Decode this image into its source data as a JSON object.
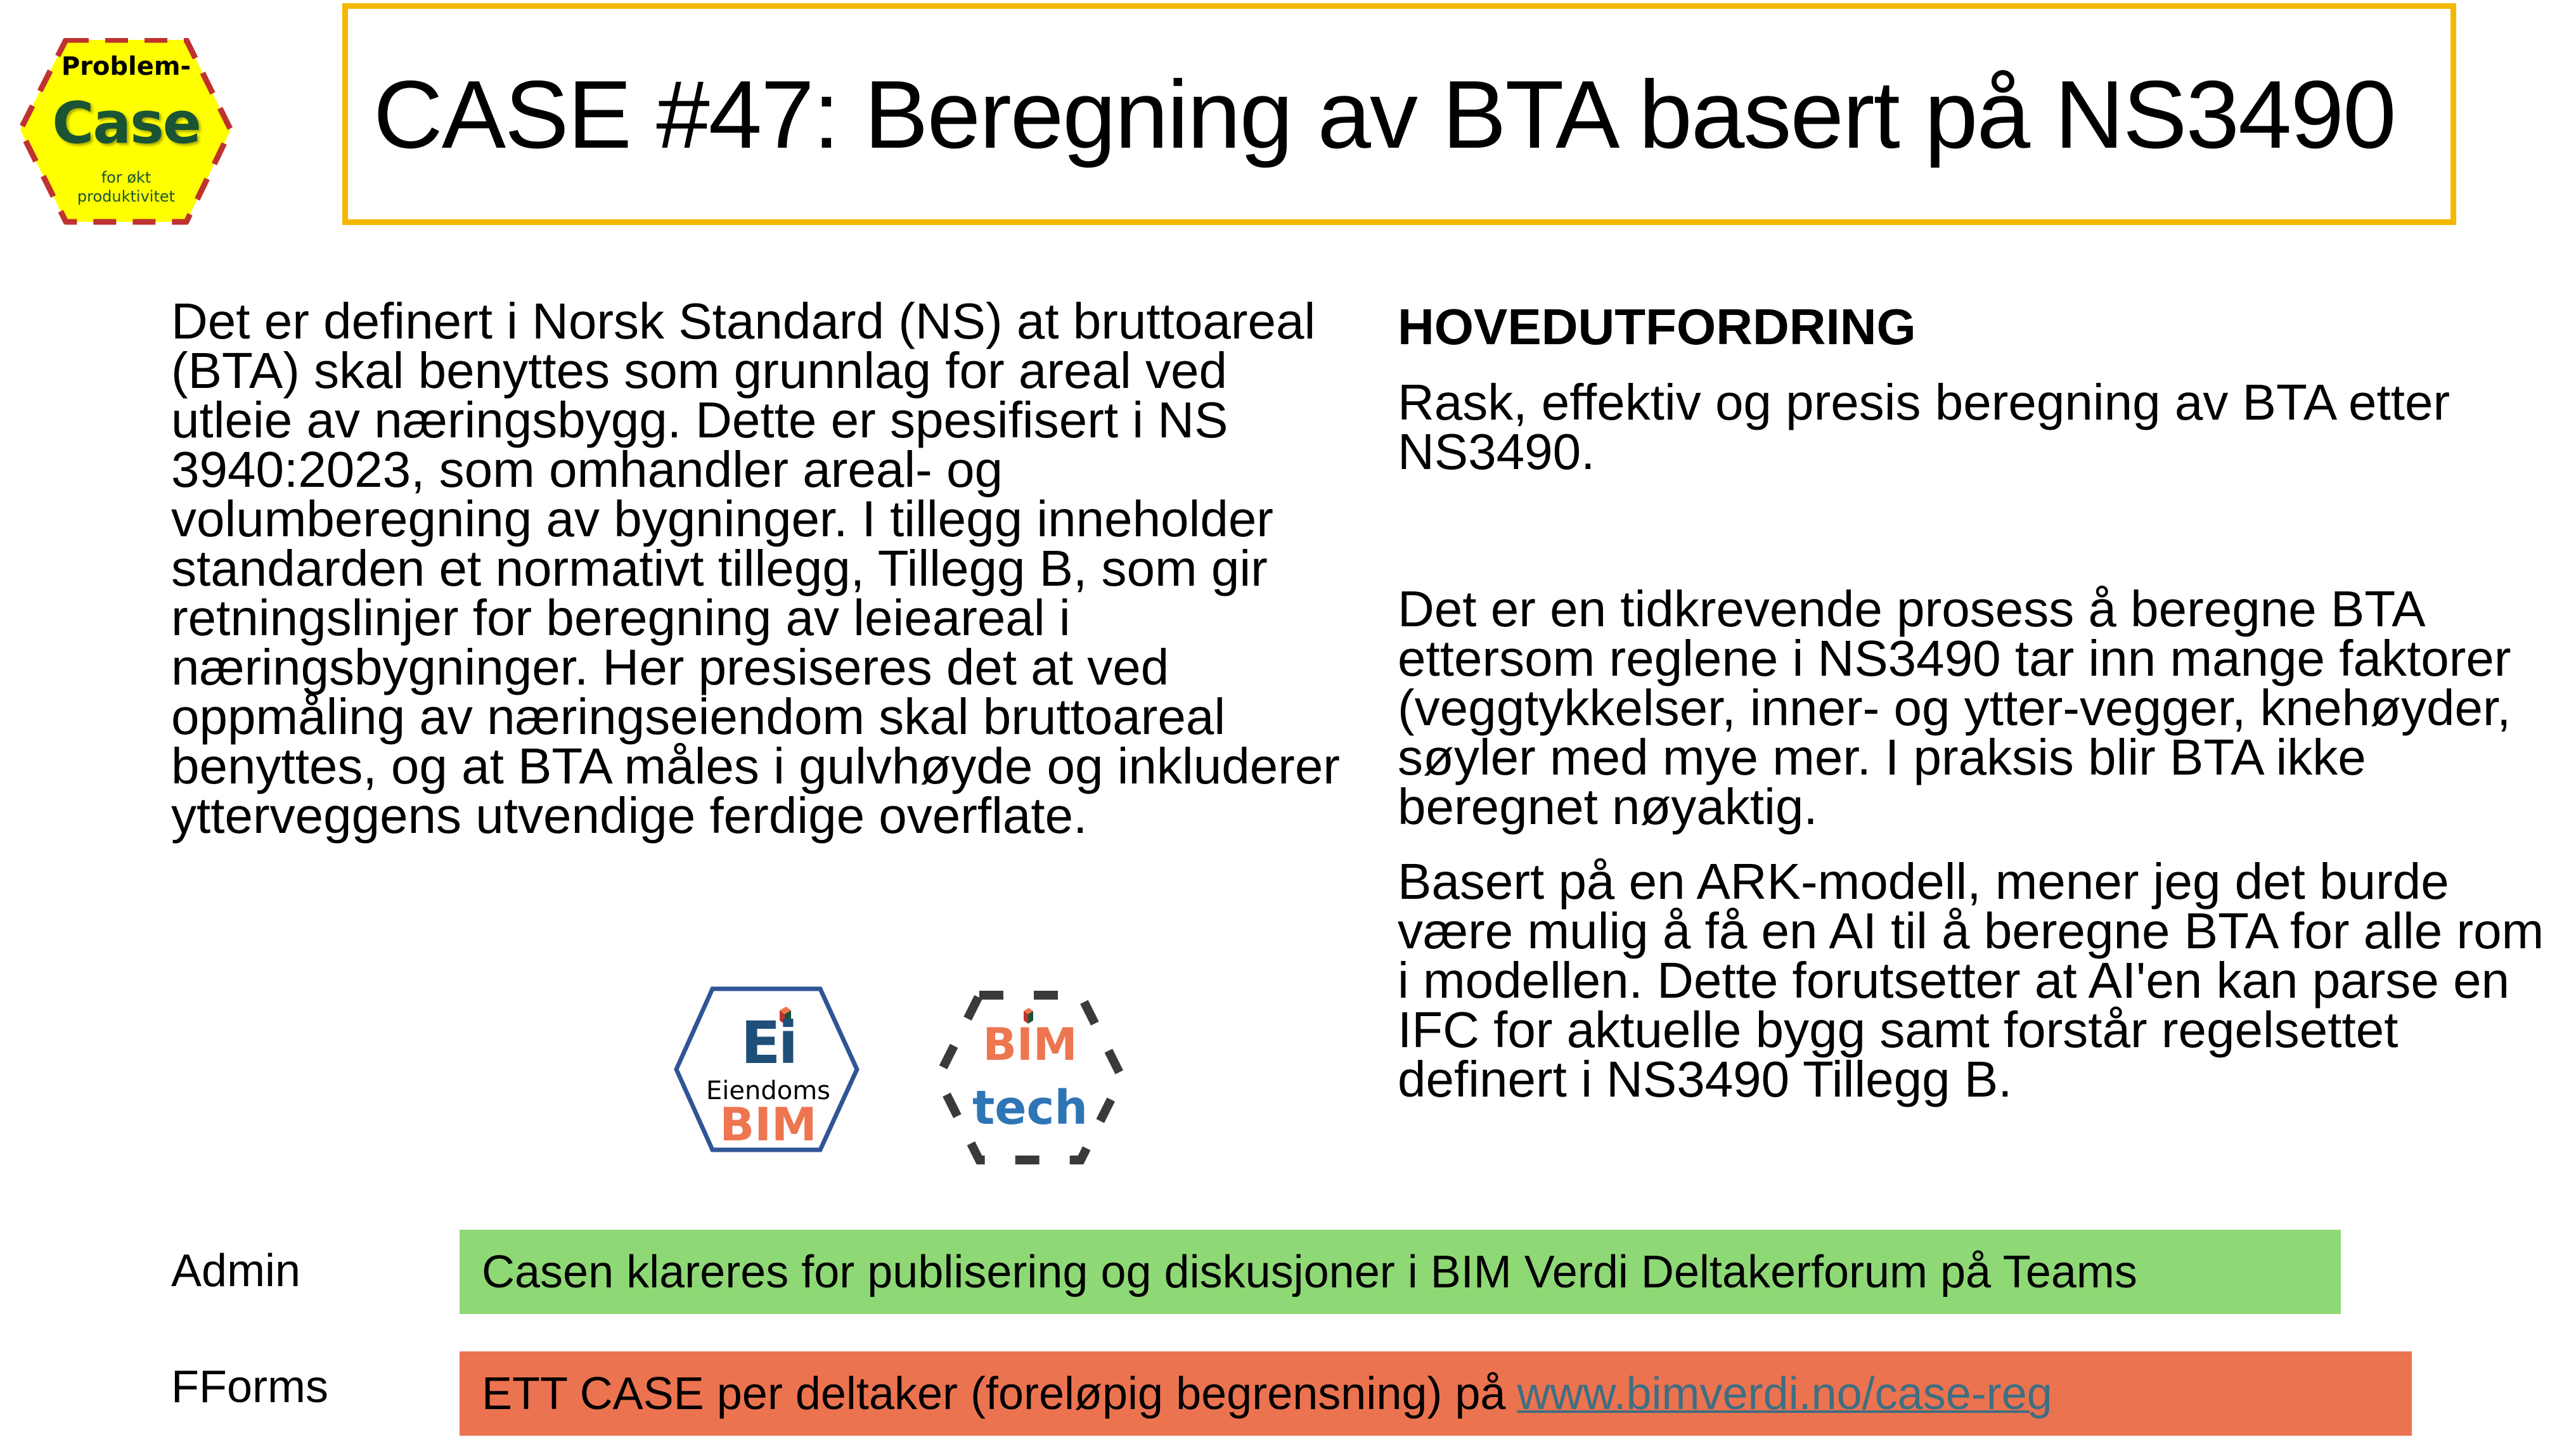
{
  "logo_problem_case": {
    "line1": "Problem-",
    "line2": "Case",
    "line3": "for økt",
    "line4": "produktivitet",
    "colors": {
      "fill": "#ffff00",
      "dash": "#c0322f",
      "text_green": "#1a5434"
    }
  },
  "title": "CASE #47: Beregning av BTA basert på NS3490",
  "title_border_color": "#f5b800",
  "left_column": {
    "paragraph": "Det er definert i Norsk Standard (NS) at bruttoareal (BTA) skal benyttes som grunnlag for areal ved utleie av næringsbygg. Dette er spesifisert i NS 3940:2023, som omhandler areal- og volumberegning av bygninger. I tillegg inneholder standarden et normativt tillegg, Tillegg B, som gir retningslinjer for beregning av leieareal i næringsbygninger. Her presiseres det at ved oppmåling av næringseiendom skal bruttoareal benyttes, og at BTA måles i gulvhøyde og inkluderer ytterveggens utvendige ferdige overflate."
  },
  "right_column": {
    "heading": "HOVEDUTFORDRING",
    "paragraph1": "Rask, effektiv og presis beregning av BTA etter NS3490.",
    "paragraph2": "Det er en tidkrevende prosess å beregne BTA ettersom reglene i NS3490 tar inn mange faktorer (veggtykkelser, inner- og ytter-vegger, knehøyder, søyler med mye mer. I praksis blir BTA ikke beregnet nøyaktig.",
    "paragraph3": "Basert på en ARK-modell, mener jeg det burde være mulig å få en AI til å beregne BTA for alle rom i modellen. Dette forutsetter at AI'en kan parse en IFC for aktuelle bygg samt forstår regelsettet definert i NS3490 Tillegg B."
  },
  "logos": {
    "eiendoms_bim": {
      "big": "Ei",
      "middle": "Eiendoms",
      "bottom": "BIM",
      "border_color": "#2f5597"
    },
    "bim_tech": {
      "top": "BIM",
      "bottom": "tech"
    }
  },
  "bottom": {
    "admin": {
      "label": "Admin",
      "text": "Casen klareres for publisering og diskusjoner i BIM Verdi Deltakerforum på Teams",
      "color": "#8fd876"
    },
    "fforms": {
      "label": "FForms",
      "text": "ETT CASE per deltaker (foreløpig begrensning) på",
      "link": "www.bimverdi.no/case-reg",
      "color": "#ec7350"
    }
  }
}
